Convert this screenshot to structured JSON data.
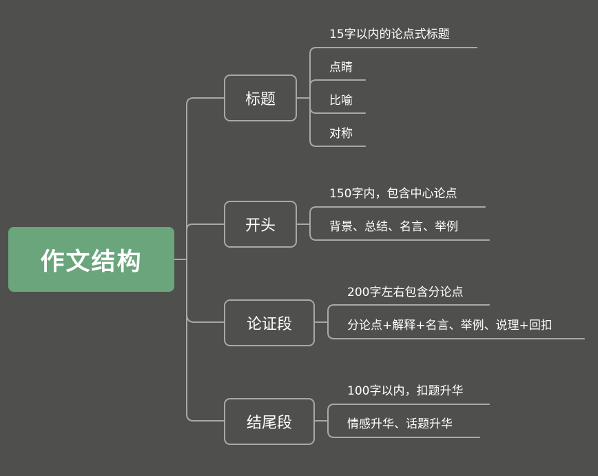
{
  "root": {
    "label": "作文结构",
    "color": "#6aa57c"
  },
  "branches": [
    {
      "label": "标题",
      "leaves": [
        "15字以内的论点式标题",
        "点睛",
        "比喻",
        "对称"
      ]
    },
    {
      "label": "开头",
      "leaves": [
        "150字内，包含中心论点",
        "背景、总结、名言、举例"
      ]
    },
    {
      "label": "论证段",
      "leaves": [
        "200字左右包含分论点",
        "分论点+解释+名言、举例、说理+回扣"
      ]
    },
    {
      "label": "结尾段",
      "leaves": [
        "100字以内，扣题升华",
        "情感升华、话题升华"
      ]
    }
  ],
  "colors": {
    "background": "#4f504d",
    "line": "#a9aaa7",
    "text": "#ffffff"
  }
}
